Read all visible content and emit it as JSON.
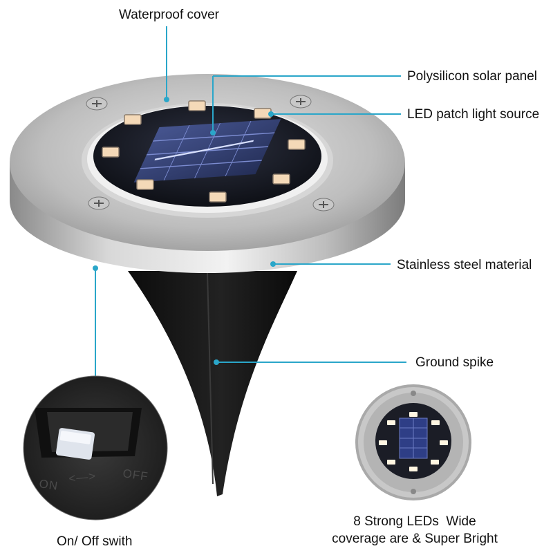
{
  "labels": {
    "waterproof_cover": "Waterproof cover",
    "solar_panel": "Polysilicon solar panel",
    "led_source": "LED patch light source",
    "steel": "Stainless steel material",
    "ground_spike": "Ground spike"
  },
  "switch_caption": "On/ Off swith",
  "switch_marks": {
    "on": "ON",
    "arrow": "<—>",
    "off": "OFF"
  },
  "feature_caption": {
    "line1": "8 Strong LEDs  Wide",
    "line2": "coverage are & Super Bright"
  },
  "colors": {
    "callout": "#2aa6c9",
    "steel": "#b8b8b8",
    "panel": "#1a1d28",
    "led": "#f4d9b8",
    "spike": "#151515"
  }
}
